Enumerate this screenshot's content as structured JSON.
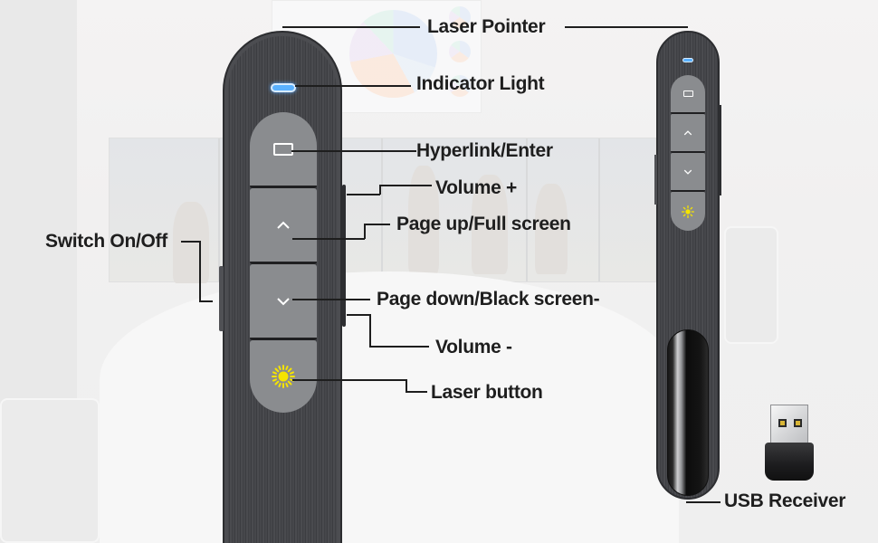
{
  "product": {
    "name": "Laser Pointer",
    "accessory": "USB Receiver"
  },
  "labels": {
    "laser_pointer": "Laser Pointer",
    "indicator_light": "Indicator Light",
    "hyperlink_enter": "Hyperlink/Enter",
    "volume_up": "Volume +",
    "page_up": "Page up/Full screen",
    "switch": "Switch On/Off",
    "page_down": "Page down/Black screen-",
    "volume_down": "Volume -",
    "laser_button": "Laser button",
    "usb_receiver": "USB Receiver"
  },
  "buttons": [
    {
      "id": "enter",
      "icon": "rectangle-icon",
      "function": "Hyperlink/Enter"
    },
    {
      "id": "up",
      "icon": "chevron-up-icon",
      "function": "Page up/Full screen"
    },
    {
      "id": "down",
      "icon": "chevron-down-icon",
      "function": "Page down/Black screen-"
    },
    {
      "id": "laser",
      "icon": "sun-icon",
      "function": "Laser button"
    }
  ],
  "colors": {
    "body": "#45464a",
    "button": "#8a8c8f",
    "indicator": "#5ab1ff",
    "laser_icon": "#f5e400",
    "text": "#1e1e1e",
    "background": "#ededed"
  }
}
